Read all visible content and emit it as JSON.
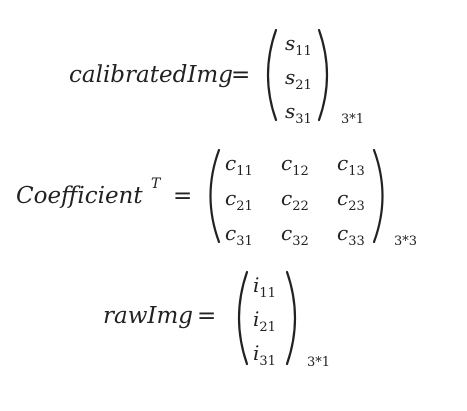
{
  "equations": [
    {
      "lhs": "calibratedImg",
      "superscript": "",
      "equals": "=",
      "matrix": [
        [
          "s",
          "11"
        ],
        [
          "s",
          "21"
        ],
        [
          "s",
          "31"
        ]
      ],
      "dims": "3*1"
    },
    {
      "lhs": "Coefficient",
      "superscript": "T",
      "equals": "=",
      "matrix": [
        [
          [
            "c",
            "11"
          ],
          [
            "c",
            "12"
          ],
          [
            "c",
            "13"
          ]
        ],
        [
          [
            "c",
            "21"
          ],
          [
            "c",
            "22"
          ],
          [
            "c",
            "23"
          ]
        ],
        [
          [
            "c",
            "31"
          ],
          [
            "c",
            "32"
          ],
          [
            "c",
            "33"
          ]
        ]
      ],
      "dims": "3*3"
    },
    {
      "lhs": "rawImg",
      "superscript": "",
      "equals": "=",
      "matrix": [
        [
          "i",
          "11"
        ],
        [
          "i",
          "21"
        ],
        [
          "i",
          "31"
        ]
      ],
      "dims": "3*1"
    }
  ]
}
